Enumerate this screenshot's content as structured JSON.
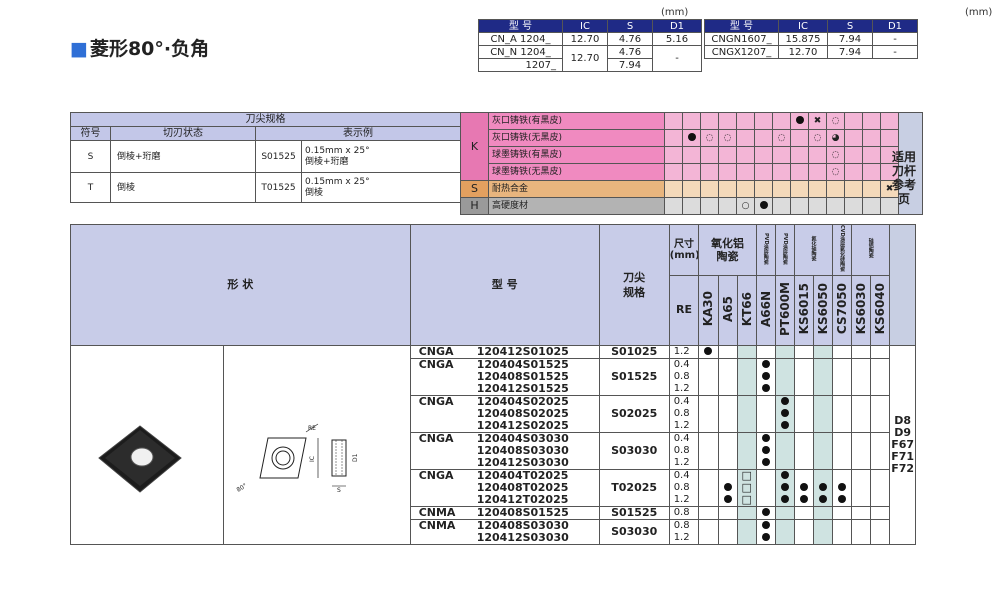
{
  "title": {
    "sq": "■",
    "main": "菱形80°·负角"
  },
  "unit": "(mm)",
  "topLeft": {
    "headers": [
      "型 号",
      "IC",
      "S",
      "D1"
    ],
    "r1": [
      "CN_A 1204_",
      "12.70",
      "4.76",
      "5.16"
    ],
    "r2a": "CN_N 1204_",
    "r2b": "1207_",
    "r2ic": "12.70",
    "r2s1": "4.76",
    "r2s2": "7.94",
    "r2d": "-"
  },
  "topRight": {
    "headers": [
      "型 号",
      "IC",
      "S",
      "D1"
    ],
    "r1": [
      "CNGN1607_",
      "15.875",
      "7.94",
      "-"
    ],
    "r2": [
      "CNGX1207_",
      "12.70",
      "7.94",
      "-"
    ]
  },
  "spec": {
    "title": "刀尖规格",
    "h1": "符号",
    "h2": "切刃状态",
    "h3": "表示例",
    "rows": [
      {
        "s": "S",
        "st": "倒棱+珩磨",
        "ex": "S01525",
        "d1": "0.15mm x 25°",
        "d2": "倒棱+珩磨"
      },
      {
        "s": "T",
        "st": "倒棱",
        "ex": "T01525",
        "d1": "0.15mm x 25°",
        "d2": "倒棱"
      }
    ]
  },
  "mat": {
    "K": "K",
    "k": [
      "灰口铸铁(有黑皮)",
      "灰口铸铁(无黑皮)",
      "球墨铸铁(有黑皮)",
      "球墨铸铁(无黑皮)"
    ],
    "S": "S",
    "s": "耐热合金",
    "H": "H",
    "h": "高硬度材"
  },
  "side": "适用刀杆参考页",
  "head": {
    "shape": "形 状",
    "model": "型 号",
    "tip1": "刀尖",
    "tip2": "规格",
    "dim1": "尺寸",
    "dim2": "(mm)",
    "re": "RE",
    "g1a": "氧化铝",
    "g1b": "陶瓷",
    "g2": "PVD涂层陶瓷",
    "g3": "PVD涂层陶瓷",
    "g4": "氮化硅陶瓷",
    "g5": "CVD涂层氮化硅陶瓷",
    "g6": "硅铝陶瓷",
    "grades": [
      "KA30",
      "A65",
      "KT66",
      "A66N",
      "PT600M",
      "KS6015",
      "KS6050",
      "CS7050",
      "KS6030",
      "KS6040"
    ]
  },
  "groups": [
    {
      "p": "CNGA",
      "n": [
        "120412S01025"
      ],
      "s": "S01025",
      "re": [
        "1.2"
      ]
    },
    {
      "p": "CNGA",
      "n": [
        "120404S01525",
        "120408S01525",
        "120412S01525"
      ],
      "s": "S01525",
      "re": [
        "0.4",
        "0.8",
        "1.2"
      ]
    },
    {
      "p": "CNGA",
      "n": [
        "120404S02025",
        "120408S02025",
        "120412S02025"
      ],
      "s": "S02025",
      "re": [
        "0.4",
        "0.8",
        "1.2"
      ]
    },
    {
      "p": "CNGA",
      "n": [
        "120404S03030",
        "120408S03030",
        "120412S03030"
      ],
      "s": "S03030",
      "re": [
        "0.4",
        "0.8",
        "1.2"
      ]
    },
    {
      "p": "CNGA",
      "n": [
        "120404T02025",
        "120408T02025",
        "120412T02025"
      ],
      "s": "T02025",
      "re": [
        "0.4",
        "0.8",
        "1.2"
      ]
    },
    {
      "p": "CNMA",
      "n": [
        "120408S01525"
      ],
      "s": "S01525",
      "re": [
        "0.8"
      ]
    },
    {
      "p": "CNMA",
      "n": [
        "120408S03030",
        "120412S03030"
      ],
      "s": "S03030",
      "re": [
        "0.8",
        "1.2"
      ]
    }
  ],
  "refs": [
    "D8",
    "D9",
    "F67",
    "F71",
    "F72"
  ],
  "drawing": {
    "re": "RE",
    "ic": "IC",
    "d1": "D1",
    "s": "S",
    "ang": "80°"
  }
}
